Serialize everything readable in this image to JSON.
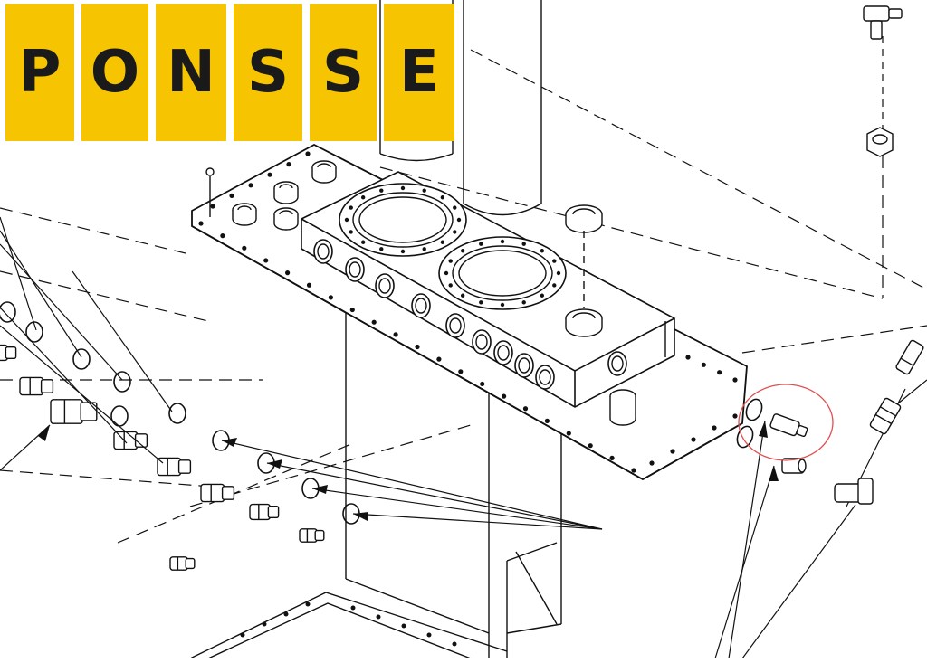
{
  "logo": {
    "letters": [
      "P",
      "O",
      "N",
      "S",
      "S",
      "E"
    ],
    "color": "#f6c400",
    "text_color": "#1a1a1a"
  },
  "diagram": {
    "line_color": "#111111",
    "highlight_color": "#e05050",
    "highlight_part": "elbow-fitting"
  }
}
